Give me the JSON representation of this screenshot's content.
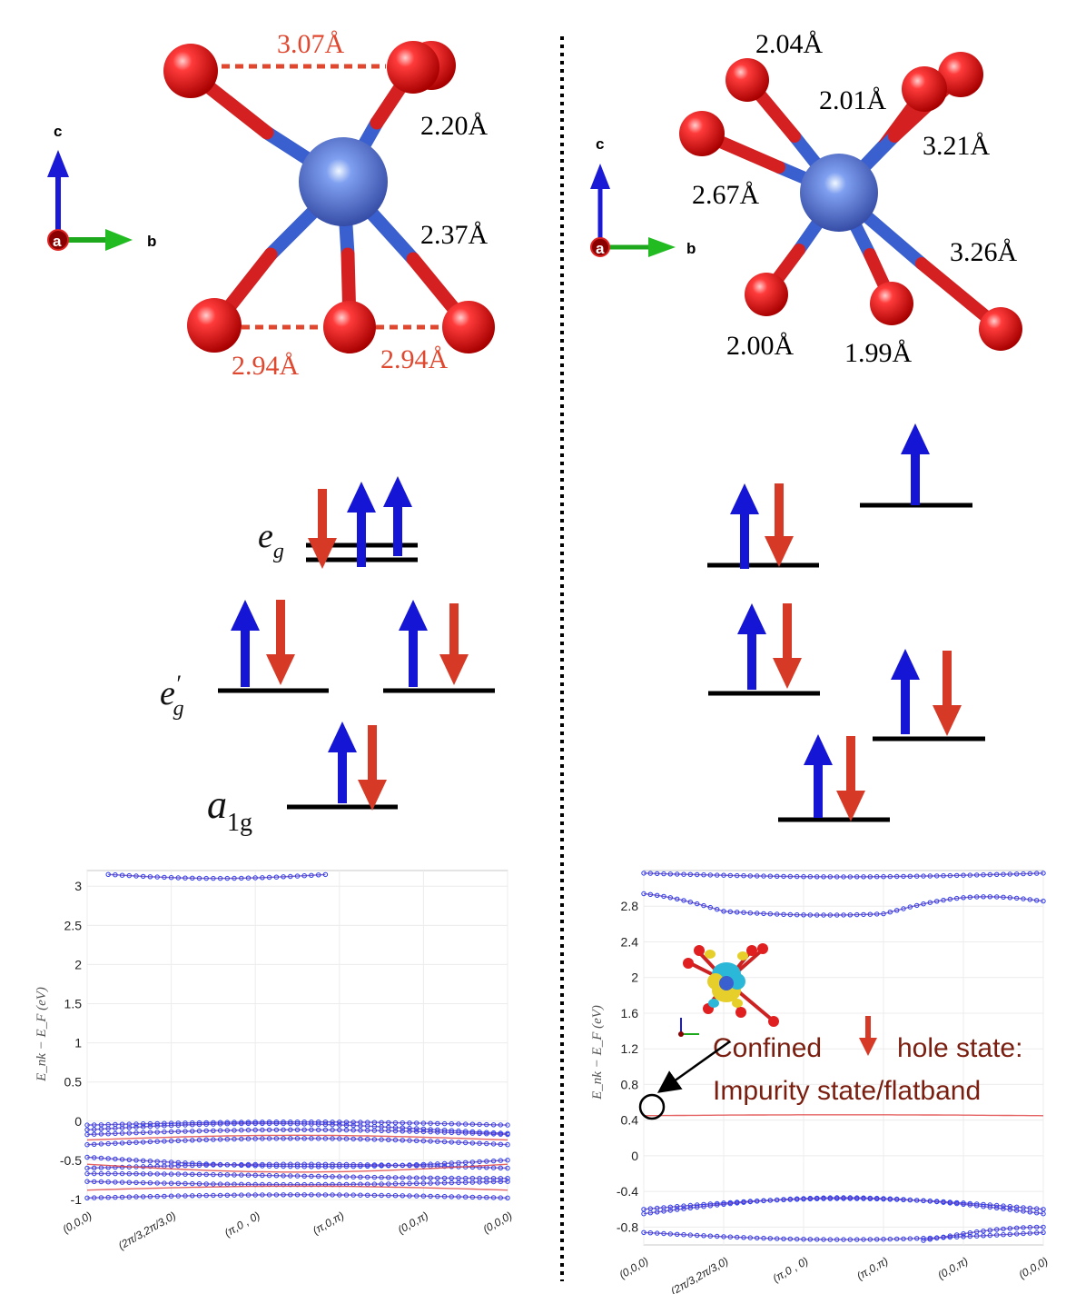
{
  "left_structure": {
    "bond_top": "3.07Å",
    "bond_upper_right": "2.20Å",
    "bond_lower_right": "2.37Å",
    "bond_bottom_left": "2.94Å",
    "bond_bottom_right": "2.94Å",
    "axes": {
      "c": "c",
      "a": "a",
      "b": "b"
    }
  },
  "right_structure": {
    "labels": [
      "2.04Å",
      "2.01Å",
      "3.21Å",
      "2.67Å",
      "3.26Å",
      "2.00Å",
      "1.99Å"
    ],
    "axes": {
      "c": "c",
      "a": "a",
      "b": "b"
    }
  },
  "left_levels": {
    "eg": {
      "base": "e",
      "sub": "g"
    },
    "eg_prime": {
      "base": "e",
      "sup": "′",
      "sub": "g"
    },
    "a1g": {
      "base": "a",
      "sub": "1g"
    }
  },
  "colors": {
    "spin_up": "#1515d6",
    "spin_down": "#d63a26",
    "oxygen": "#dd2222",
    "metal": "#3a5fcf",
    "level": "#000000"
  },
  "left_plot": {
    "ylabel": "E_nk − E_F (eV)",
    "yticks": [
      "3",
      "2.5",
      "2",
      "1.5",
      "1",
      "0.5",
      "0",
      "-0.5",
      "-1"
    ],
    "xticks": [
      "(0,0,0)",
      "(2π/3,2π/3,0)",
      "(π,0 , 0)",
      "(π,0,π)",
      "(0,0,π)",
      "(0,0,0)"
    ]
  },
  "right_plot": {
    "ylabel": "E_nk − E_F (eV)",
    "yticks": [
      "2.8",
      "2.4",
      "2",
      "1.6",
      "1.2",
      "0.8",
      "0.4",
      "0",
      "-0.4",
      "-0.8"
    ],
    "xticks": [
      "(0,0,0)",
      "(2π/3,2π/3,0)",
      "(π,0 , 0)",
      "(π,0,π)",
      "(0,0,π)",
      "(0,0,0)"
    ],
    "annotation_line1_a": "Confined",
    "annotation_line1_b": "hole state:",
    "annotation_line2": "Impurity state/flatband"
  }
}
